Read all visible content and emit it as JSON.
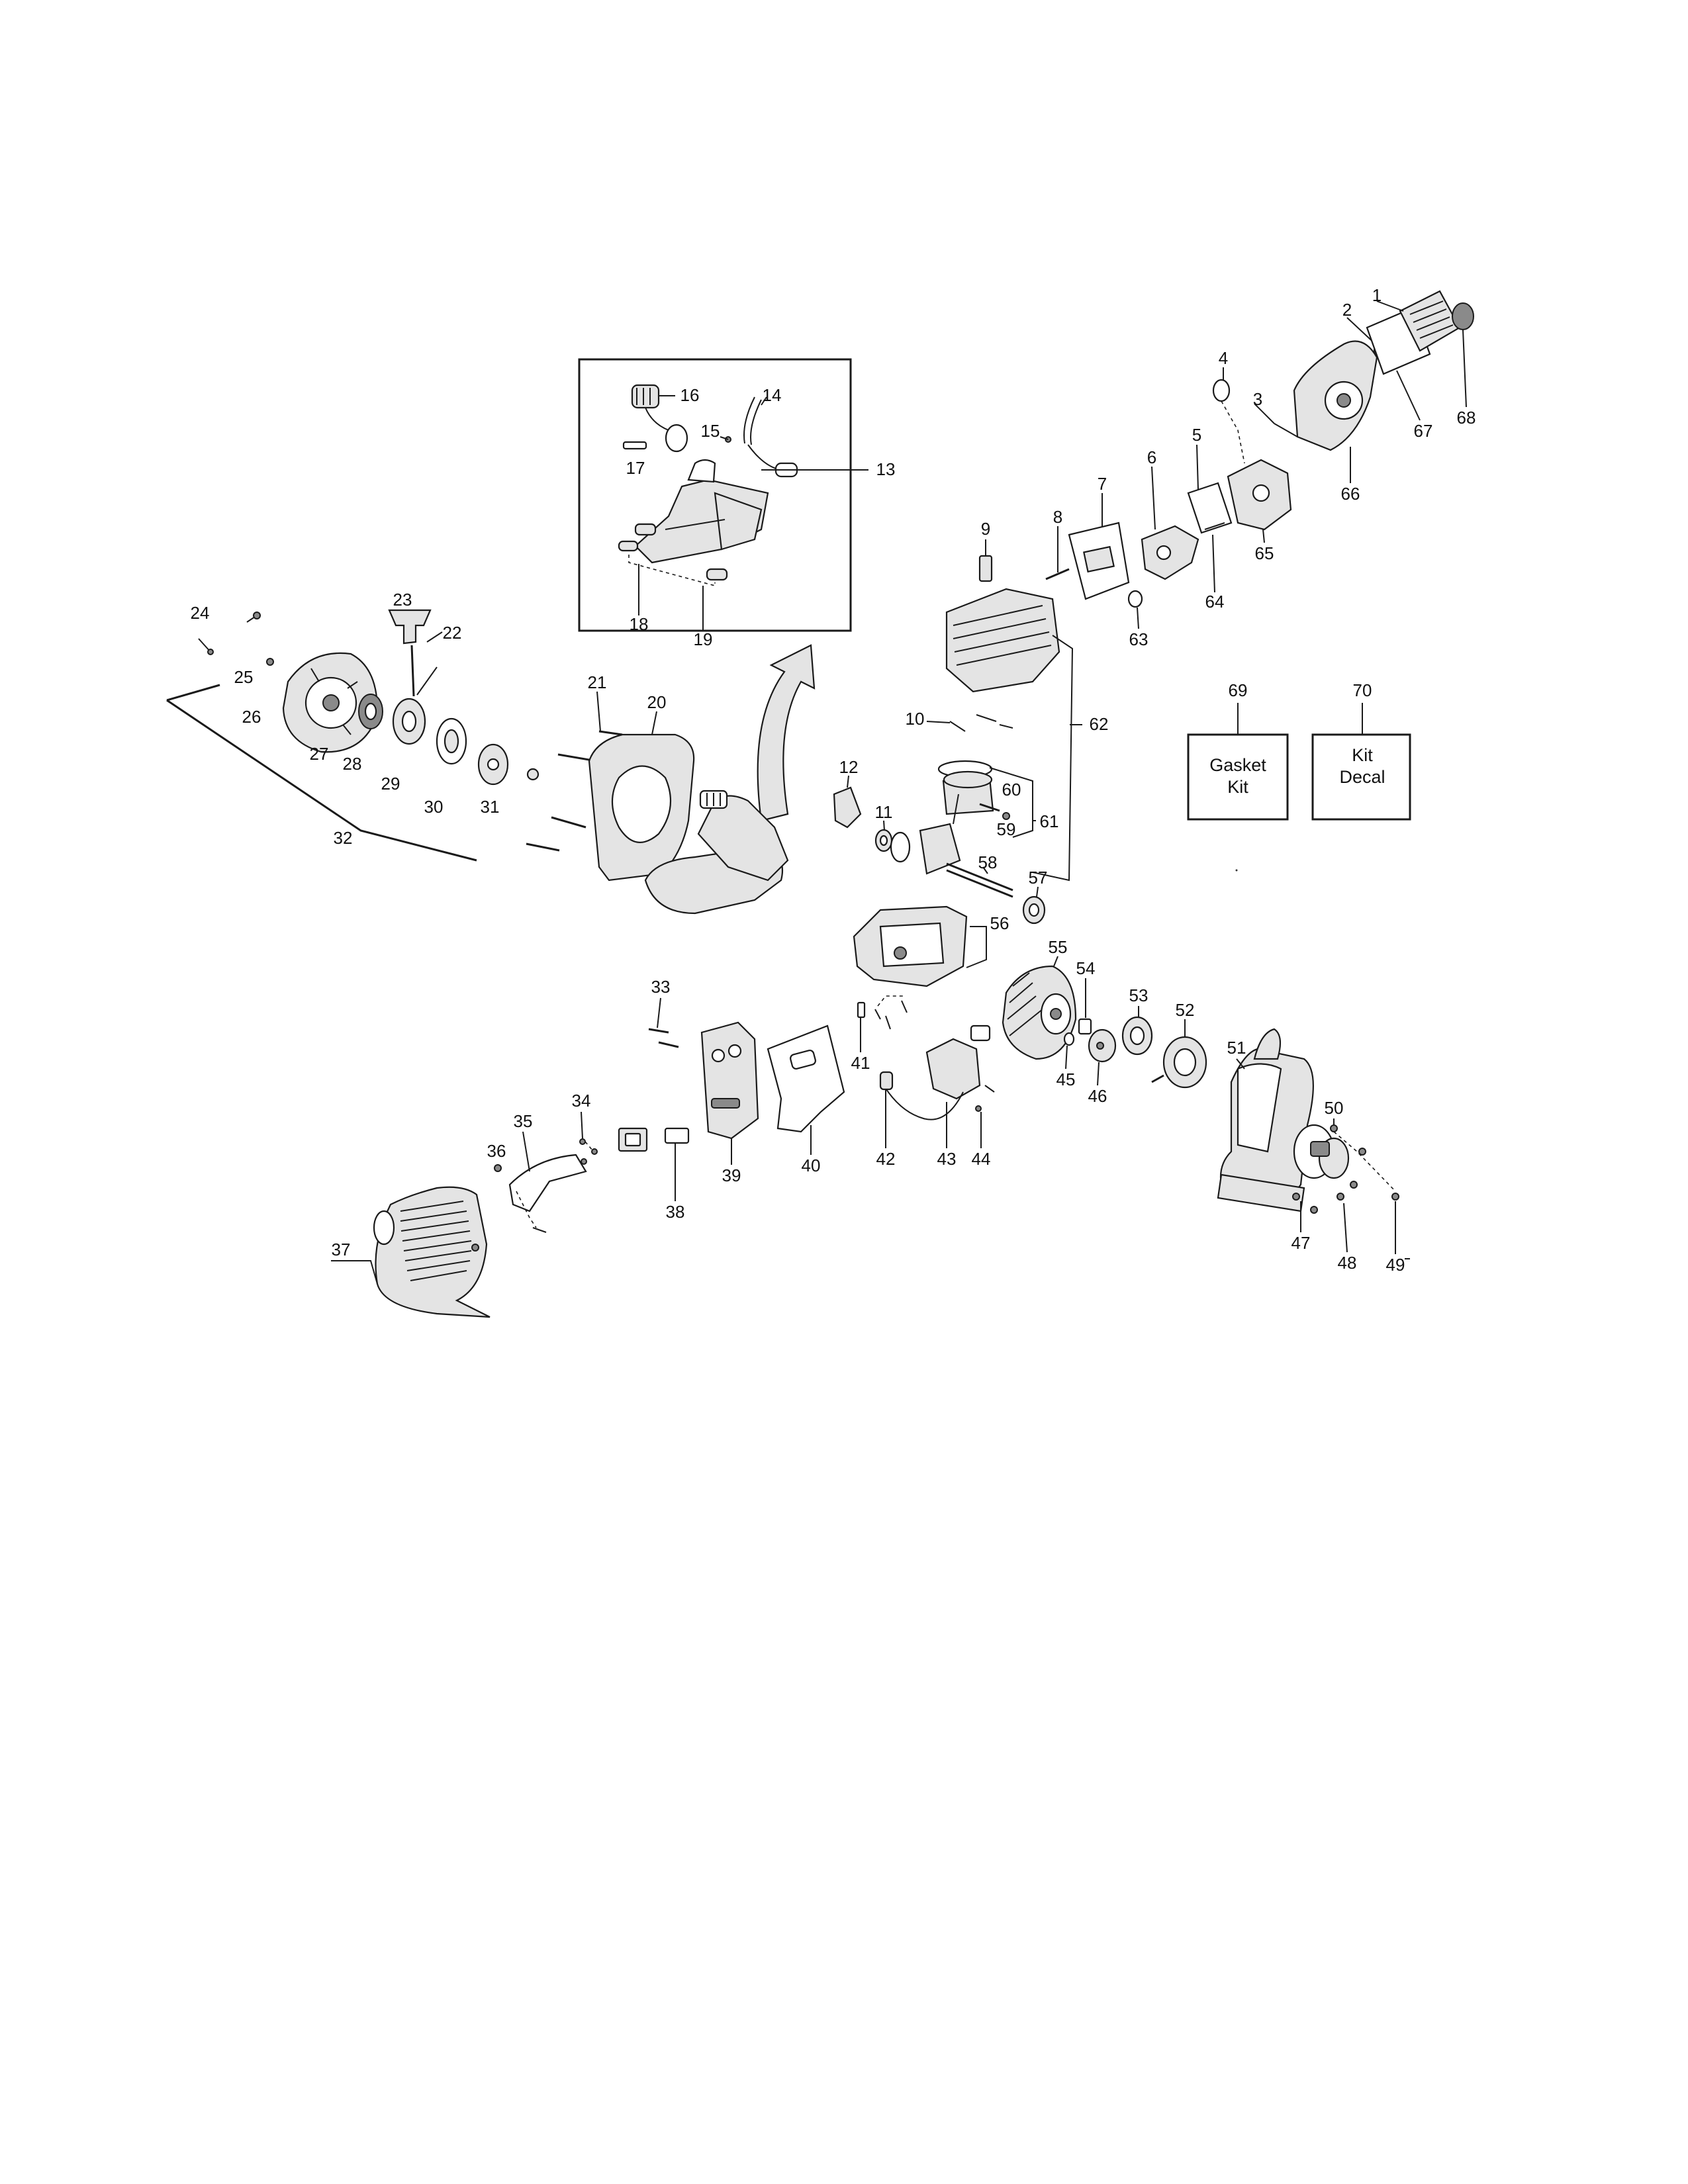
{
  "diagram": {
    "callouts": [
      "1",
      "2",
      "3",
      "4",
      "5",
      "6",
      "7",
      "8",
      "9",
      "10",
      "11",
      "12",
      "13",
      "14",
      "15",
      "16",
      "17",
      "18",
      "19",
      "20",
      "21",
      "22",
      "23",
      "24",
      "25",
      "26",
      "27",
      "28",
      "29",
      "30",
      "31",
      "32",
      "33",
      "34",
      "35",
      "36",
      "37",
      "38",
      "39",
      "40",
      "41",
      "42",
      "43",
      "44",
      "45",
      "46",
      "47",
      "48",
      "49",
      "50",
      "51",
      "52",
      "53",
      "54",
      "55",
      "56",
      "57",
      "58",
      "59",
      "60",
      "61",
      "62",
      "63",
      "64",
      "65",
      "66",
      "67",
      "68",
      "69",
      "70"
    ],
    "boxes": {
      "gasket_kit": {
        "number": "69",
        "line1": "Gasket",
        "line2": "Kit"
      },
      "kit_decal": {
        "number": "70",
        "line1": "Kit",
        "line2": "Decal"
      }
    }
  }
}
